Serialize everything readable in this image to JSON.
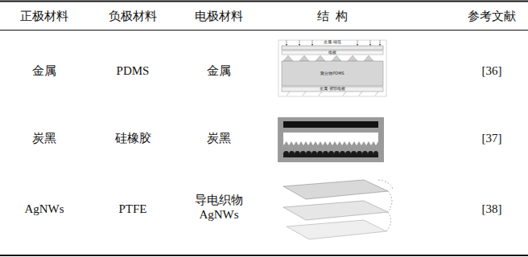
{
  "diagram": {
    "labels": [
      "正极材料",
      "负极材料",
      "电极材料",
      "结  构",
      "参考文献",
      "金属",
      "PDMS",
      "金属",
      "[36]",
      "炭黑",
      "硅橡胶",
      "炭黑",
      "[37]",
      "AgNWs",
      "PTFE",
      "导电织物 AgNWs",
      "[38]",
      "金属-铜箔",
      "电极",
      "聚合物PDMS",
      "金属-背部电极"
    ]
  }
}
